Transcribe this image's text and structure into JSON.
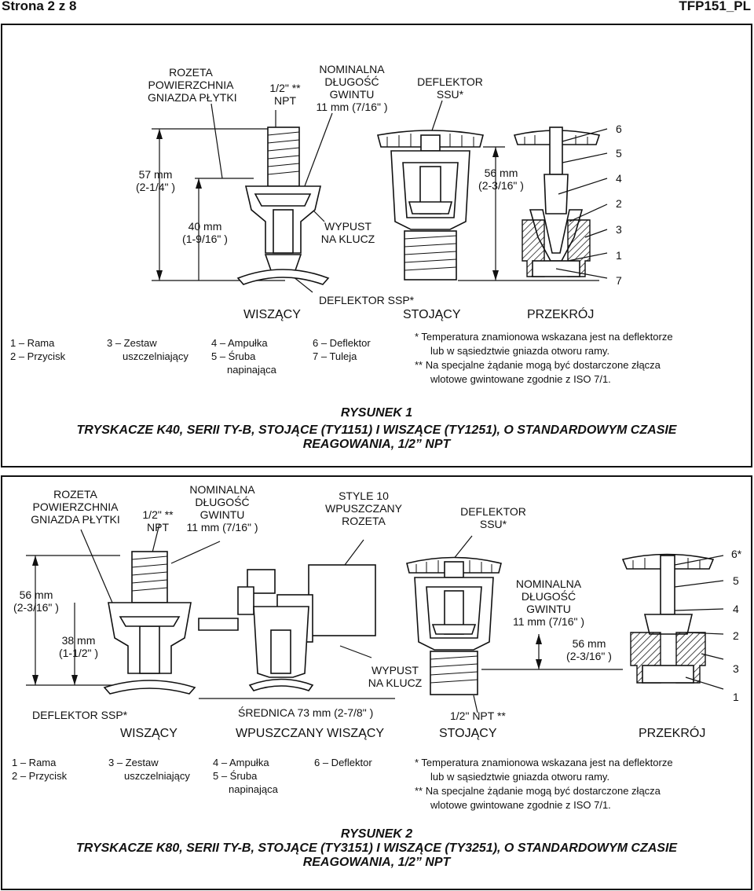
{
  "header": {
    "page": "Strona 2  z 8",
    "doc_id": "TFP151_PL"
  },
  "figure1": {
    "labels": {
      "rozeta": [
        "ROZETA",
        "POWIERZCHNIA",
        "GNIAZDA PŁYTKI"
      ],
      "npt": [
        "1/2\" **",
        "NPT"
      ],
      "nominal": [
        "NOMINALNA",
        "DŁUGOŚĆ",
        "GWINTU",
        "11 mm (7/16\" )"
      ],
      "deflektor_ssu": [
        "DEFLEKTOR",
        "SSU*"
      ],
      "dim57": [
        "57 mm",
        "(2-1/4\" )"
      ],
      "dim40": [
        "40 mm",
        "(1-9/16\" )"
      ],
      "wypust": [
        "WYPUST",
        "NA KLUCZ"
      ],
      "dim56": [
        "56 mm",
        "(2-3/16\" )"
      ],
      "deflektor_ssp": "DEFLEKTOR SSP*"
    },
    "part_numbers": [
      "6",
      "5",
      "4",
      "2",
      "3",
      "1",
      "7"
    ],
    "views": {
      "wiszacy": "WISZĄCY",
      "stojacy": "STOJĄCY",
      "przekroj": "PRZEKRÓJ"
    },
    "legend": {
      "c1": [
        "1 – Rama",
        "2 – Przycisk"
      ],
      "c2": [
        "3 – Zestaw",
        "uszczelniający"
      ],
      "c3": [
        "4 – Ampułka",
        "5 – Śruba",
        "napinająca"
      ],
      "c4": [
        "6 – Deflektor",
        "7 – Tuleja"
      ]
    },
    "notes": [
      "* Temperatura znamionowa wskazana jest na deflektorze",
      "lub w sąsiedztwie gniazda otworu ramy.",
      "** Na specjalne żądanie mogą być dostarczone złącza",
      "wlotowe gwintowane zgodnie z ISO 7/1."
    ],
    "caption": [
      "RYSUNEK 1",
      "TRYSKACZE K40, SERII TY-B, STOJĄCE (TY1151) I WISZĄCE (TY1251), O STANDARDOWYM CZASIE",
      "REAGOWANIA, 1/2” NPT"
    ]
  },
  "figure2": {
    "labels": {
      "rozeta": [
        "ROZETA",
        "POWIERZCHNIA",
        "GNIAZDA PŁYTKI"
      ],
      "npt": [
        "1/2\" **",
        "NPT"
      ],
      "nominal": [
        "NOMINALNA",
        "DŁUGOŚĆ",
        "GWINTU",
        "11 mm (7/16\" )"
      ],
      "style10": [
        "STYLE 10",
        "WPUSZCZANY",
        "ROZETA"
      ],
      "deflektor_ssu": [
        "DEFLEKTOR",
        "SSU*"
      ],
      "dim56a": [
        "56 mm",
        "(2-3/16\" )"
      ],
      "dim38": [
        "38 mm",
        "(1-1/2\" )"
      ],
      "nominal2": [
        "NOMINALNA",
        "DŁUGOŚĆ",
        "GWINTU",
        "11 mm (7/16\" )"
      ],
      "dim56b": [
        "56 mm",
        "(2-3/16\" )"
      ],
      "wypust": [
        "WYPUST",
        "NA KLUCZ"
      ],
      "deflektor_ssp": "DEFLEKTOR SSP*",
      "srednica": "ŚREDNICA 73 mm (2-7/8\" )",
      "npt_bottom": "1/2\" NPT **"
    },
    "part_numbers": [
      "6*",
      "5",
      "4",
      "2",
      "3",
      "1"
    ],
    "views": {
      "wiszacy": "WISZĄCY",
      "wpuszczany": "WPUSZCZANY WISZĄCY",
      "stojacy": "STOJĄCY",
      "przekroj": "PRZEKRÓJ"
    },
    "legend": {
      "c1": [
        "1 – Rama",
        "2 – Przycisk"
      ],
      "c2": [
        "3 – Zestaw",
        "uszczelniający"
      ],
      "c3": [
        "4 – Ampułka",
        "5 – Śruba",
        "napinająca"
      ],
      "c4": [
        "6 – Deflektor"
      ]
    },
    "notes": [
      "* Temperatura znamionowa wskazana jest na deflektorze",
      "lub w sąsiedztwie gniazda otworu ramy.",
      "** Na specjalne żądanie mogą być dostarczone złącza",
      "wlotowe gwintowane zgodnie z ISO 7/1."
    ],
    "caption": [
      "RYSUNEK 2",
      "TRYSKACZE K80, SERII TY-B, STOJĄCE (TY3151) I WISZĄCE (TY3251), O STANDARDOWYM CZASIE",
      "REAGOWANIA, 1/2” NPT"
    ]
  }
}
